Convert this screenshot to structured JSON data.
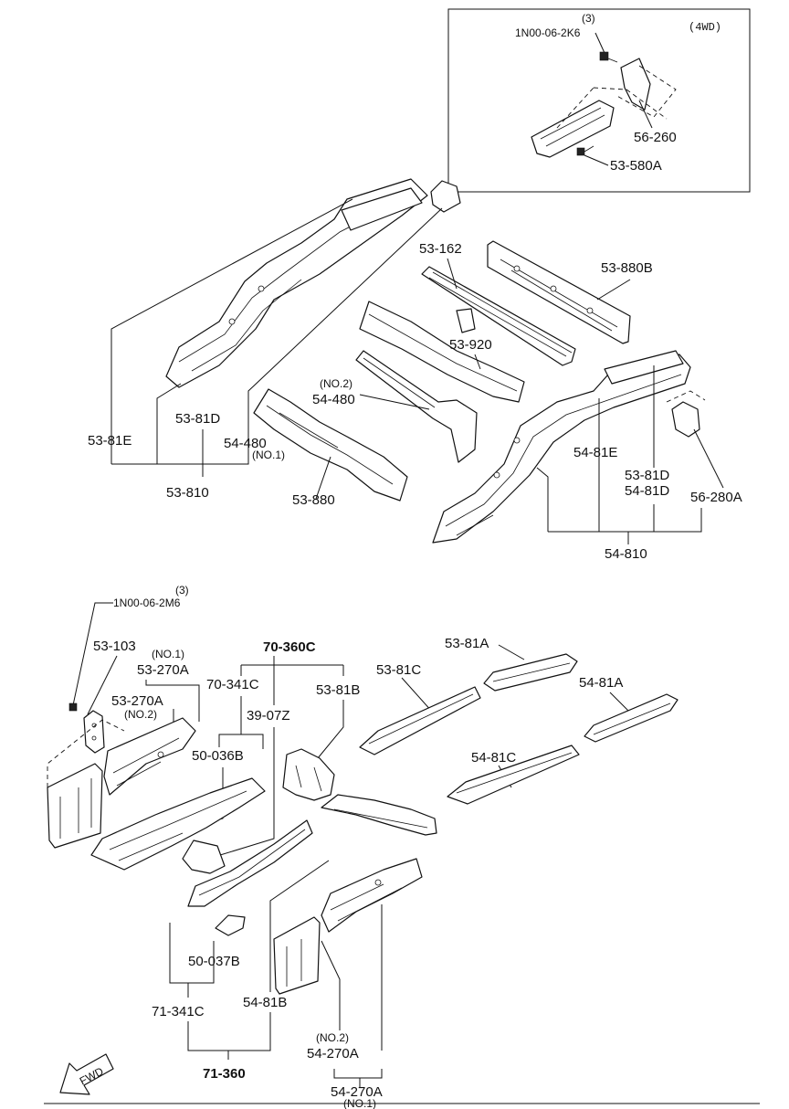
{
  "inset": {
    "title": "(4WD)",
    "bolt_qty": "(3)",
    "bolt_part": "1N00-06-2K6",
    "parts": [
      "56-260",
      "53-580A"
    ]
  },
  "upper": {
    "labels": {
      "p53_162": "53-162",
      "p53_880B": "53-880B",
      "p53_920": "53-920",
      "p54_480_no2_tag": "(NO.2)",
      "p54_480_no2": "54-480",
      "p53_81E": "53-81E",
      "p53_81D": "53-81D",
      "p54_480_no1": "54-480",
      "p54_480_no1_tag": "(NO.1)",
      "p53_810": "53-810",
      "p53_880": "53-880",
      "p54_81E": "54-81E",
      "p53_81D_b": "53-81D",
      "p54_81D": "54-81D",
      "p56_280A": "56-280A",
      "p54_810": "54-810"
    }
  },
  "lower": {
    "labels": {
      "bolt_qty": "(3)",
      "bolt_part": "1N00-06-2M6",
      "p53_103": "53-103",
      "p53_270A_no1_tag": "(NO.1)",
      "p53_270A_no1": "53-270A",
      "p53_270A_no2": "53-270A",
      "p53_270A_no2_tag": "(NO.2)",
      "p70_360C": "70-360C",
      "p70_341C": "70-341C",
      "p53_81B": "53-81B",
      "p39_07Z": "39-07Z",
      "p50_036B": "50-036B",
      "p53_81C": "53-81C",
      "p53_81A": "53-81A",
      "p54_81A": "54-81A",
      "p54_81C": "54-81C",
      "p50_037B": "50-037B",
      "p71_341C": "71-341C",
      "p54_81B": "54-81B",
      "p71_360": "71-360",
      "p54_270A_no2_tag": "(NO.2)",
      "p54_270A_no2": "54-270A",
      "p54_270A_no1": "54-270A",
      "p54_270A_no1_tag": "(NO.1)",
      "fwd": "FWD"
    }
  }
}
